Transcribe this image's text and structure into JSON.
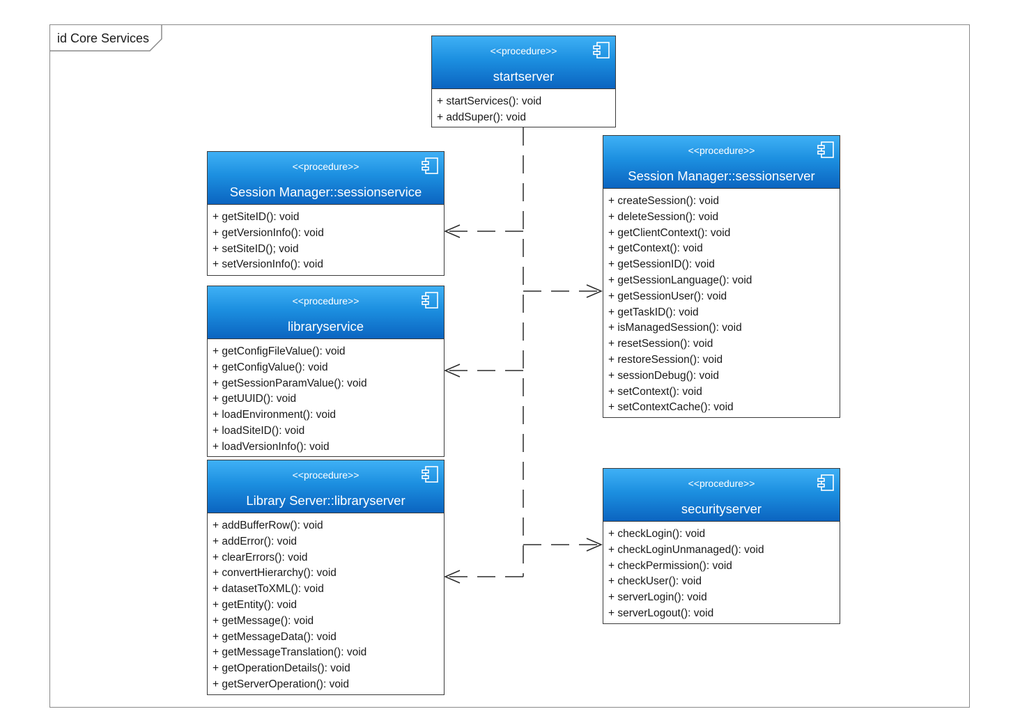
{
  "frame": {
    "label": "id Core Services"
  },
  "components": {
    "startserver": {
      "stereotype": "<<procedure>>",
      "name": "startserver",
      "operations": [
        "+ startServices(): void",
        "+ addSuper(): void"
      ]
    },
    "sessionservice": {
      "stereotype": "<<procedure>>",
      "name": "Session Manager::sessionservice",
      "operations": [
        "+ getSiteID(): void",
        "+ getVersionInfo(): void",
        "+ setSiteID(); void",
        "+ setVersionInfo(): void"
      ]
    },
    "libraryservice": {
      "stereotype": "<<procedure>>",
      "name": "libraryservice",
      "operations": [
        "+ getConfigFileValue(): void",
        "+ getConfigValue(): void",
        "+ getSessionParamValue(): void",
        "+ getUUID(): void",
        "+ loadEnvironment(): void",
        "+ loadSiteID(): void",
        "+ loadVersionInfo(): void"
      ]
    },
    "libraryserver": {
      "stereotype": "<<procedure>>",
      "name": "Library Server::libraryserver",
      "operations": [
        "+ addBufferRow(): void",
        "+ addError(): void",
        "+ clearErrors(): void",
        "+ convertHierarchy(): void",
        "+ datasetToXML(): void",
        "+ getEntity(): void",
        "+ getMessage(): void",
        "+ getMessageData(): void",
        "+ getMessageTranslation(): void",
        "+ getOperationDetails(): void",
        "+ getServerOperation(): void"
      ]
    },
    "sessionserver": {
      "stereotype": "<<procedure>>",
      "name": "Session Manager::sessionserver",
      "operations": [
        "+ createSession(): void",
        "+ deleteSession(): void",
        "+ getClientContext(): void",
        "+ getContext(): void",
        "+ getSessionID(): void",
        "+ getSessionLanguage(): void",
        "+ getSessionUser(): void",
        "+ getTaskID(): void",
        "+ isManagedSession(): void",
        "+ resetSession(): void",
        "+ restoreSession(): void",
        "+ sessionDebug(): void",
        "+ setContext(): void",
        "+ setContextCache(): void"
      ]
    },
    "securityserver": {
      "stereotype": "<<procedure>>",
      "name": "securityserver",
      "operations": [
        "+ checkLogin(): void",
        "+ checkLoginUnmanaged(): void",
        "+ checkPermission(): void",
        "+ checkUser(): void",
        "+ serverLogin(): void",
        "+ serverLogout(): void"
      ]
    }
  }
}
